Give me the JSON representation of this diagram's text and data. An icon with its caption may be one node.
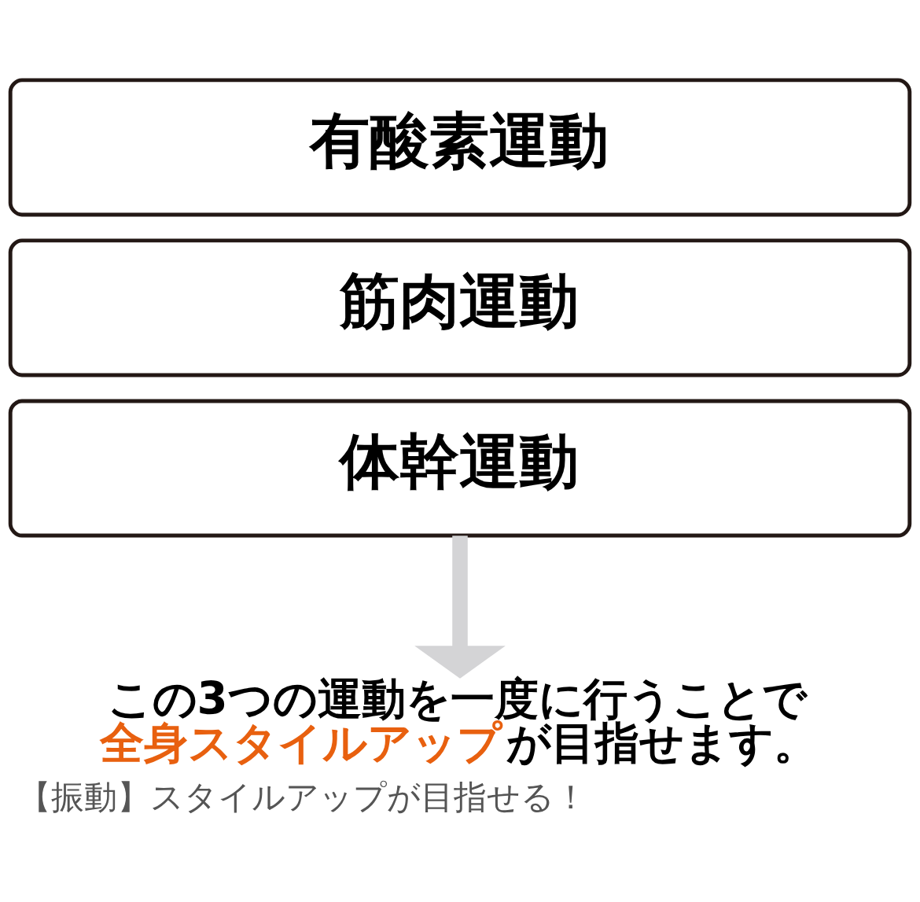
{
  "diagram": {
    "caption": "【振動】スタイルアップが目指せる！",
    "nodes": [
      {
        "text": [
          "有酸素運動"
        ]
      },
      {
        "text": [
          "筋肉運動"
        ]
      },
      {
        "text": [
          "体幹運動"
        ]
      },
      {
        "text": [
          "この3つの運動を一度に行うことで**全身スタイルアップ**が目指せます。"
        ]
      }
    ],
    "edges": [
      {
        "from": 2,
        "to": 3,
        "arrow": "to",
        "color": "#d4d4d6"
      }
    ]
  }
}
